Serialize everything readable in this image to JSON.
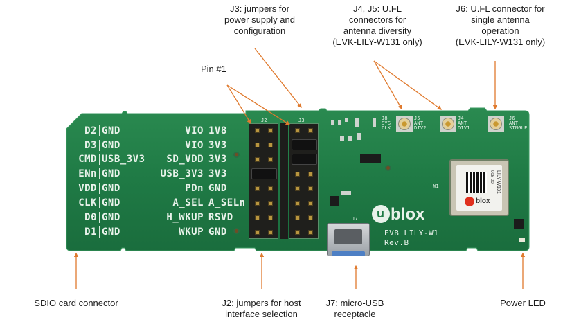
{
  "callouts": {
    "j3": "J3: jumpers for\npower supply and\nconfiguration",
    "pin1": "Pin #1",
    "j4j5": "J4, J5: U.FL\nconnectors for\nantenna diversity\n(EVK-LILY-W131 only)",
    "j6": "J6: U.FL connector for\nsingle antenna\noperation\n(EVK-LILY-W131 only)",
    "sdio": "SDIO card connector",
    "j2": "J2: jumpers for host\ninterface selection",
    "j7": "J7: micro-USB\nreceptacle",
    "power_led": "Power LED"
  },
  "board": {
    "sdio_pins": [
      {
        "left": "D2",
        "right": "GND"
      },
      {
        "left": "D3",
        "right": "GND"
      },
      {
        "left": "CMD",
        "right": "USB_3V3"
      },
      {
        "left": "ENn",
        "right": "GND"
      },
      {
        "left": "VDD",
        "right": "GND"
      },
      {
        "left": "CLK",
        "right": "GND"
      },
      {
        "left": "D0",
        "right": "GND"
      },
      {
        "left": "D1",
        "right": "GND"
      }
    ],
    "jumper_pins": [
      {
        "left": "VIO",
        "right": "1V8"
      },
      {
        "left": "VIO",
        "right": "3V3"
      },
      {
        "left": "SD_VDD",
        "right": "3V3"
      },
      {
        "left": "USB_3V3",
        "right": "3V3"
      },
      {
        "left": "PDn",
        "right": "GND"
      },
      {
        "left": "A_SEL",
        "right": "A_SELn"
      },
      {
        "left": "H_WKUP",
        "right": "RSVD"
      },
      {
        "left": "WKUP",
        "right": "GND"
      }
    ],
    "header_labels": {
      "j2": "J2",
      "j3": "J3",
      "j7": "J7",
      "w1": "W1"
    },
    "connector_labels": {
      "j8": "J8\nSYS\nCLK",
      "j5": "J5\nANT\nDIV2",
      "j4": "J4\nANT\nDIV1",
      "j6": "J6\nANT\nSINGLE"
    },
    "logo": "blox",
    "logo_u": "u",
    "board_name": "EVB LILY-W1",
    "revision": "Rev.B",
    "module_text": {
      "part": "LILY-W131",
      "code": "008-00",
      "brand": "blox"
    }
  },
  "colors": {
    "pcb_green": "#1f7a45",
    "pcb_edge": "#2e8a52",
    "arrow_orange": "#e07a2e",
    "silkscreen": "#e8f2ea"
  }
}
